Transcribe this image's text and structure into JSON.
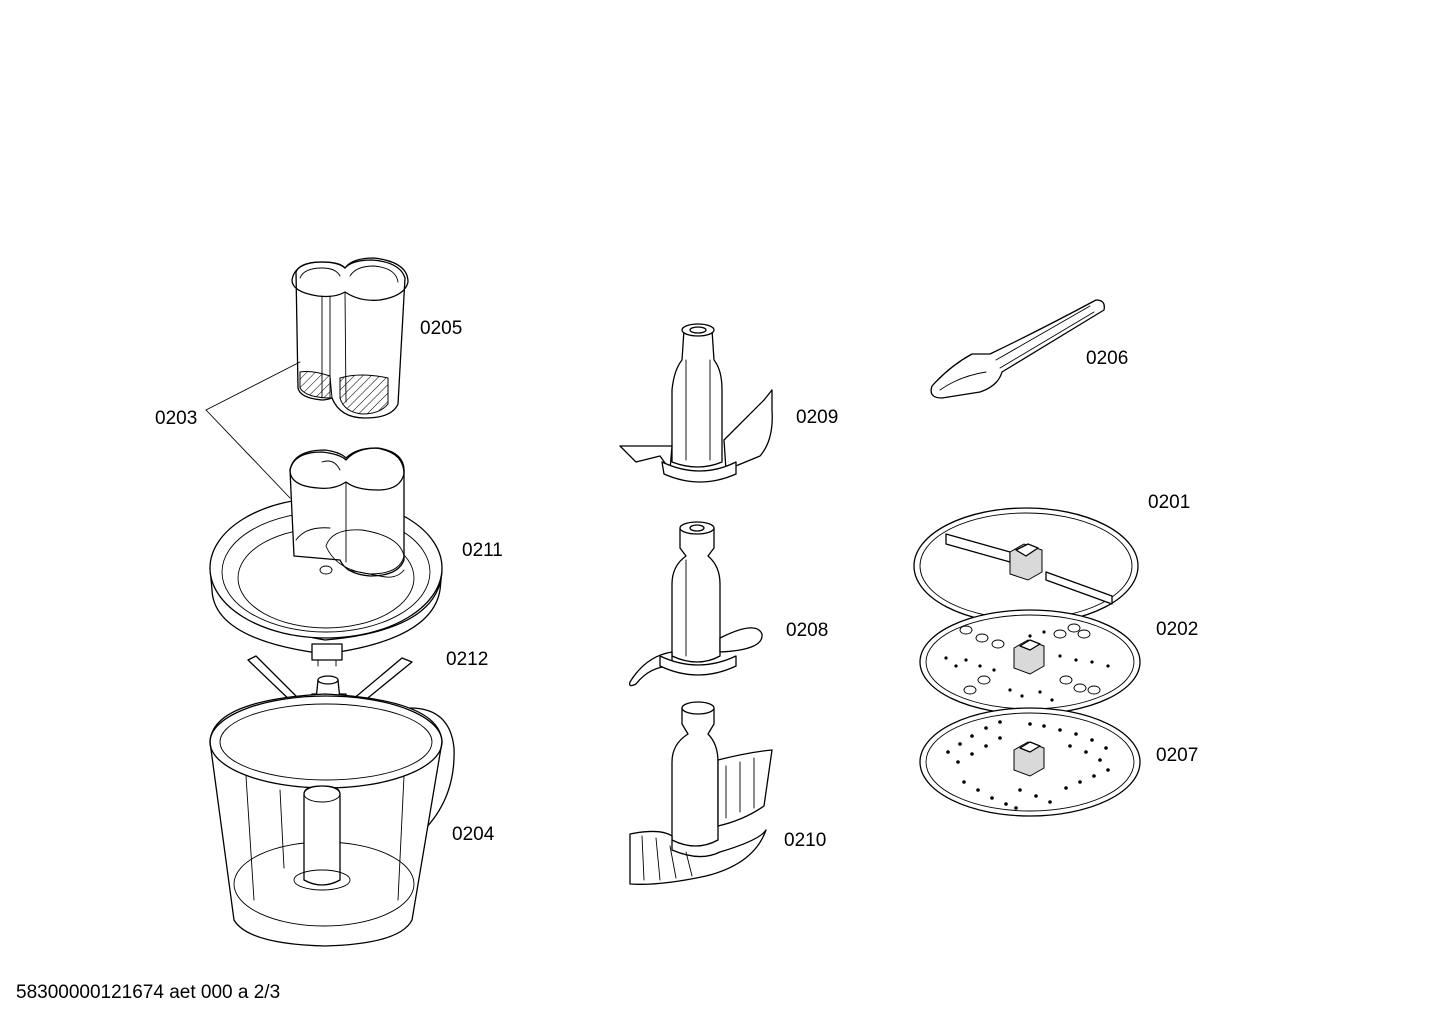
{
  "parts": [
    {
      "id": "p0205",
      "label": "0205"
    },
    {
      "id": "p0203",
      "label": "0203"
    },
    {
      "id": "p0211",
      "label": "0211"
    },
    {
      "id": "p0212",
      "label": "0212"
    },
    {
      "id": "p0204",
      "label": "0204"
    },
    {
      "id": "p0209",
      "label": "0209"
    },
    {
      "id": "p0208",
      "label": "0208"
    },
    {
      "id": "p0210",
      "label": "0210"
    },
    {
      "id": "p0206",
      "label": "0206"
    },
    {
      "id": "p0201",
      "label": "0201"
    },
    {
      "id": "p0202",
      "label": "0202"
    },
    {
      "id": "p0207",
      "label": "0207"
    }
  ],
  "footer": {
    "doc_id": "58300000121674 aet 000 a 2/3"
  }
}
